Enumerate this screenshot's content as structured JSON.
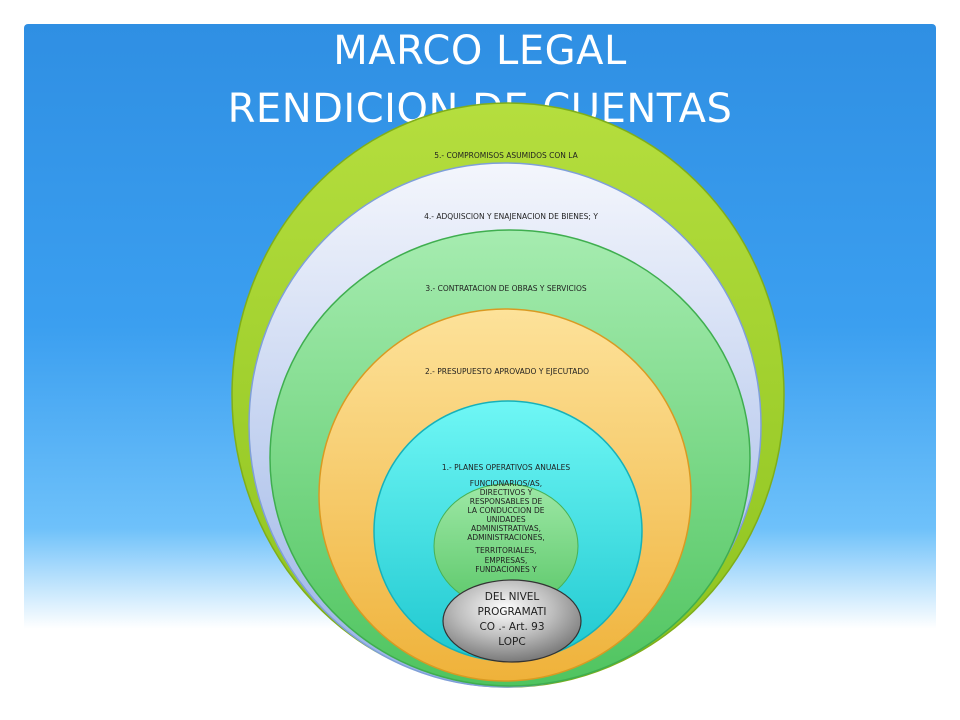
{
  "slide": {
    "title_line1": "MARCO LEGAL",
    "title_line2": "RENDICION DE CUENTAS"
  },
  "rings": [
    {
      "label": "5.- COMPROMISOS ASUMIDOS CON LA",
      "color": "#9fd02c"
    },
    {
      "label": "4.- ADQUISCION Y ENAJENACION DE BIENES; Y",
      "color": "#e8edf8"
    },
    {
      "label": "3.- CONTRATACION DE OBRAS Y SERVICIOS",
      "color": "#8ee39a"
    },
    {
      "label": "2.- PRESUPUESTO APROVADO Y EJECUTADO",
      "color": "#f6d57a"
    },
    {
      "label": "1.- PLANES OPERATIVOS ANUALES",
      "color": "#5af2f0"
    }
  ],
  "inner": {
    "lines": [
      "FUNCIONARIOS/AS,",
      "DIRECTIVOS Y",
      "RESPONSABLES DE",
      "LA CONDUCCION DE",
      "UNIDADES",
      "ADMINISTRATIVAS,",
      "ADMINISTRACIONES,",
      "TERRITORIALES,",
      "EMPRESAS,",
      "FUNDACIONES Y"
    ],
    "color": "#7ddc8a"
  },
  "center": {
    "lines": [
      "DEL NIVEL",
      "PROGRAMATI",
      "CO .- Art. 93",
      "LOPC"
    ],
    "color": "#9a9a9a"
  }
}
